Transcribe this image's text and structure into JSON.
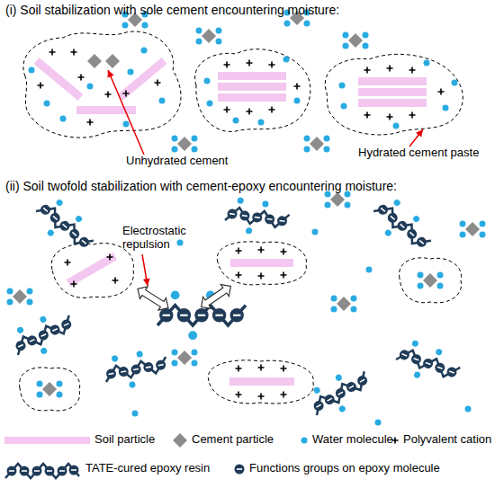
{
  "diagram": {
    "labels": [
      "(i) Soil stabilization with sole cement encountering moisture:",
      "Unhydrated cement",
      "Hydrated cement paste",
      "(ii) Soil twofold stabilization with cement-epoxy encountering moisture:",
      "Electrostatic repulsion"
    ],
    "legend": [
      {
        "text": "Soil particle"
      },
      {
        "text": "Cement particle"
      },
      {
        "text": "Water molecule"
      },
      {
        "text": "Polyvalent cation"
      },
      {
        "text": "TATE-cured epoxy resin"
      },
      {
        "text": "Functions groups on epoxy molecule"
      }
    ]
  }
}
